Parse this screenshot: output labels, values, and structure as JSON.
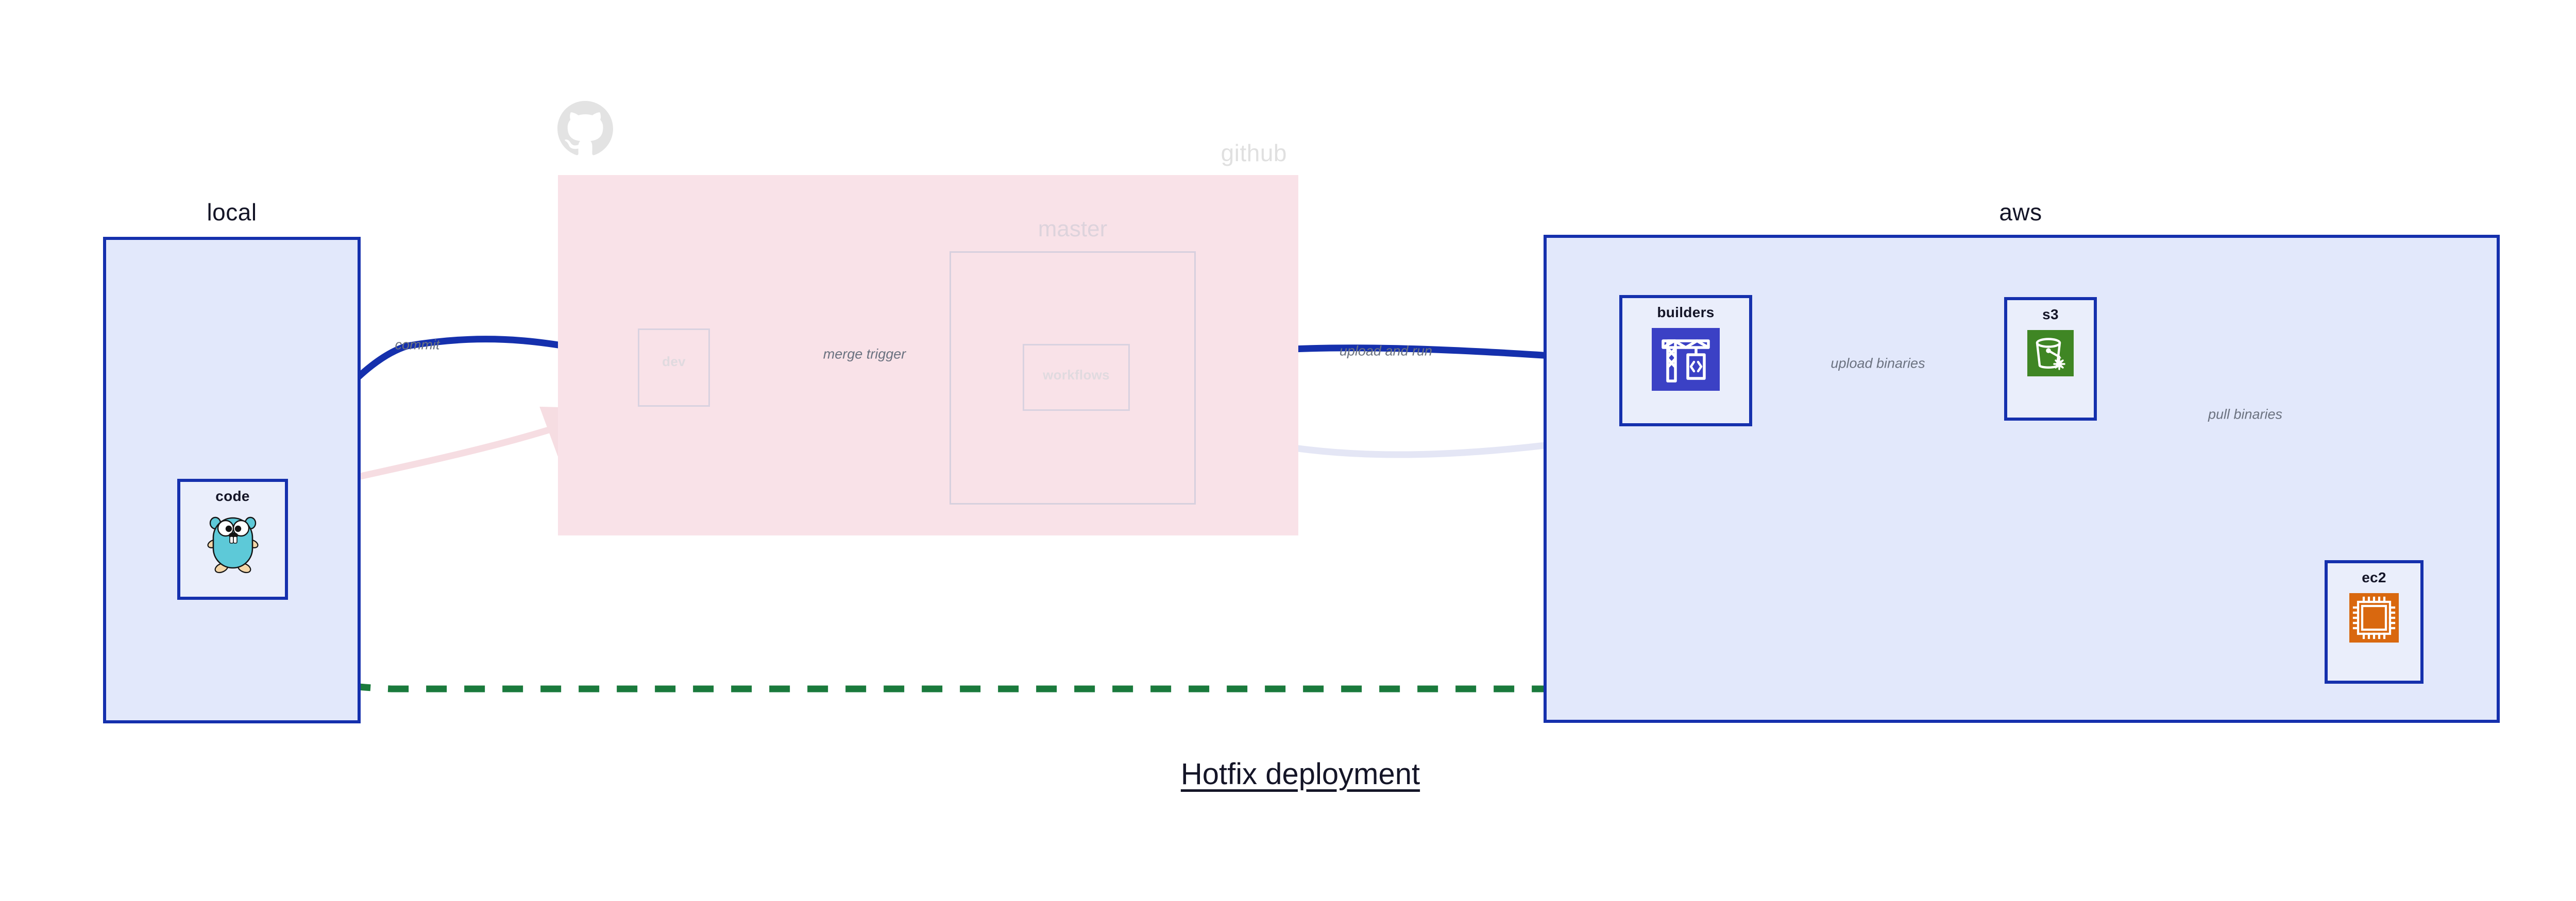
{
  "diagram": {
    "title": "Hotfix deployment",
    "background": "#ffffff",
    "accent_blue": "#1530ad",
    "group_fill_blue": "#e2e8fb",
    "group_fill_pink": "#f9e2e8",
    "node_fill": "#eaeefb",
    "label_gray": "#6b7280",
    "dashed_green": "#1a7a3c"
  },
  "groups": {
    "local": {
      "label": "local"
    },
    "github": {
      "label": "github",
      "logo": "github-octocat-icon"
    },
    "aws": {
      "label": "aws"
    }
  },
  "subgroups": {
    "master": {
      "label": "master"
    }
  },
  "nodes": {
    "code": {
      "label": "code",
      "icon": "go-gopher-icon"
    },
    "dev": {
      "label": "dev",
      "icon": "none"
    },
    "workflows": {
      "label": "workflows",
      "icon": "none"
    },
    "builders": {
      "label": "builders",
      "icon": "aws-codebuild-crane-icon",
      "icon_color": "#3b41c5"
    },
    "s3": {
      "label": "s3",
      "icon": "aws-s3-bucket-icon",
      "icon_color": "#3f8624"
    },
    "ec2": {
      "label": "ec2",
      "icon": "aws-ec2-cpu-icon",
      "icon_color": "#d9680f"
    }
  },
  "edges": [
    {
      "id": "commit",
      "label": "commit",
      "from": "code",
      "to": "dev",
      "style": "solid",
      "color": "#1530ad"
    },
    {
      "id": "merge-trigger",
      "label": "merge trigger",
      "from": "dev",
      "to": "workflows",
      "style": "solid",
      "color": "#1530ad"
    },
    {
      "id": "upload-and-run",
      "label": "upload and run",
      "from": "workflows",
      "to": "builders",
      "style": "solid",
      "color": "#1530ad"
    },
    {
      "id": "upload-binaries",
      "label": "upload binaries",
      "from": "builders",
      "to": "s3",
      "style": "solid",
      "color": "#1530ad"
    },
    {
      "id": "pull-binaries",
      "label": "pull binaries",
      "from": "s3",
      "to": "ec2",
      "style": "solid",
      "color": "#1530ad"
    },
    {
      "id": "hotfix-path",
      "label": "",
      "from": "code",
      "to": "ec2",
      "style": "dashed",
      "color": "#1a7a3c"
    }
  ]
}
